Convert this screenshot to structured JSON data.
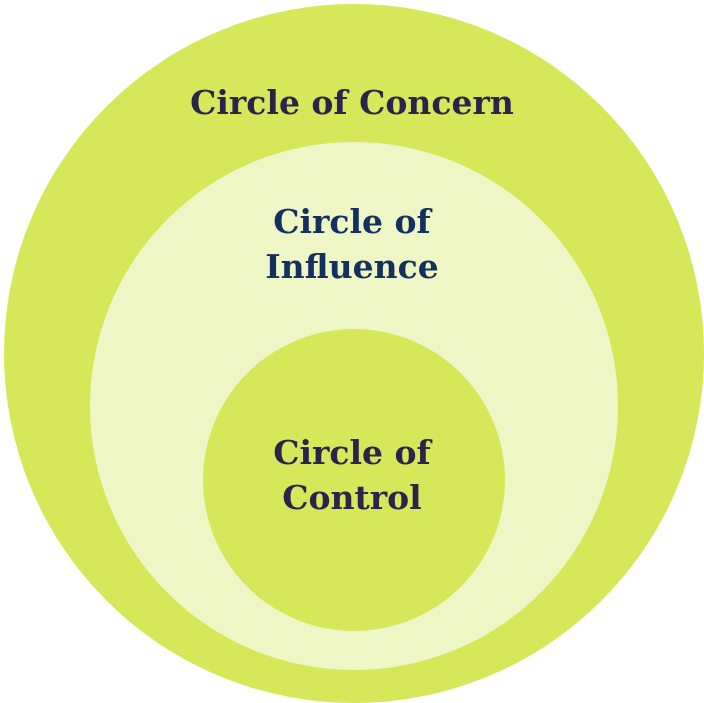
{
  "colors": {
    "outer_fill": "#d6e85a",
    "middle_fill": "#eef6c5",
    "inner_fill": "#d6e85a",
    "text_dark": "#2a2448",
    "text_navy": "#14305e"
  },
  "circles": {
    "concern": {
      "label": "Circle of Concern"
    },
    "influence": {
      "label_line1": "Circle of",
      "label_line2": "Influence"
    },
    "control": {
      "label_line1": "Circle of",
      "label_line2": "Control"
    }
  }
}
